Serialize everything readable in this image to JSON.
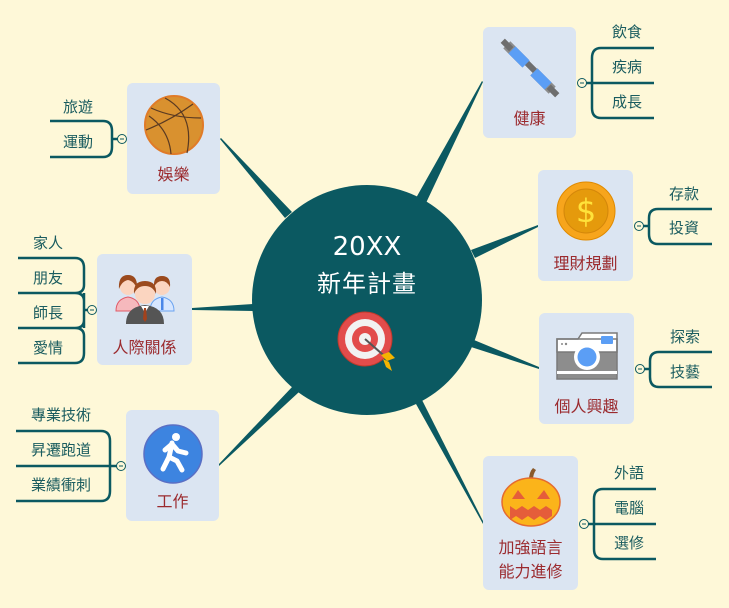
{
  "center": {
    "title_line1": "20XX",
    "title_line2": "新年計畫",
    "icon": "target-arrow-icon"
  },
  "branches": [
    {
      "id": "health",
      "label": "健康",
      "icon": "dumbbell-icon",
      "side": "right",
      "children": [
        "飲食",
        "疾病",
        "成長"
      ]
    },
    {
      "id": "finance",
      "label": "理財規劃",
      "icon": "dollar-coin-icon",
      "side": "right",
      "children": [
        "存款",
        "投資"
      ]
    },
    {
      "id": "hobby",
      "label": "個人興趣",
      "icon": "camera-icon",
      "side": "right",
      "children": [
        "探索",
        "技藝"
      ]
    },
    {
      "id": "language",
      "label_line1": "加強語言",
      "label_line2": "能力進修",
      "icon": "pumpkin-icon",
      "side": "right",
      "children": [
        "外語",
        "電腦",
        "選修"
      ]
    },
    {
      "id": "entertainment",
      "label": "娛樂",
      "icon": "basketball-icon",
      "side": "left",
      "children": [
        "旅遊",
        "運動"
      ]
    },
    {
      "id": "relationships",
      "label": "人際關係",
      "icon": "people-group-icon",
      "side": "left",
      "children": [
        "家人",
        "朋友",
        "師長",
        "愛情"
      ]
    },
    {
      "id": "work",
      "label": "工作",
      "icon": "running-person-icon",
      "side": "left",
      "children": [
        "專業技術",
        "昇遷跑道",
        "業績衝刺"
      ]
    }
  ],
  "colors": {
    "background": "#fef8d8",
    "center_fill": "#0b5961",
    "connector": "#0b5961",
    "node_fill": "#dbe5f2",
    "node_text": "#9b2a2e",
    "leaf_text": "#1a5c5f"
  }
}
